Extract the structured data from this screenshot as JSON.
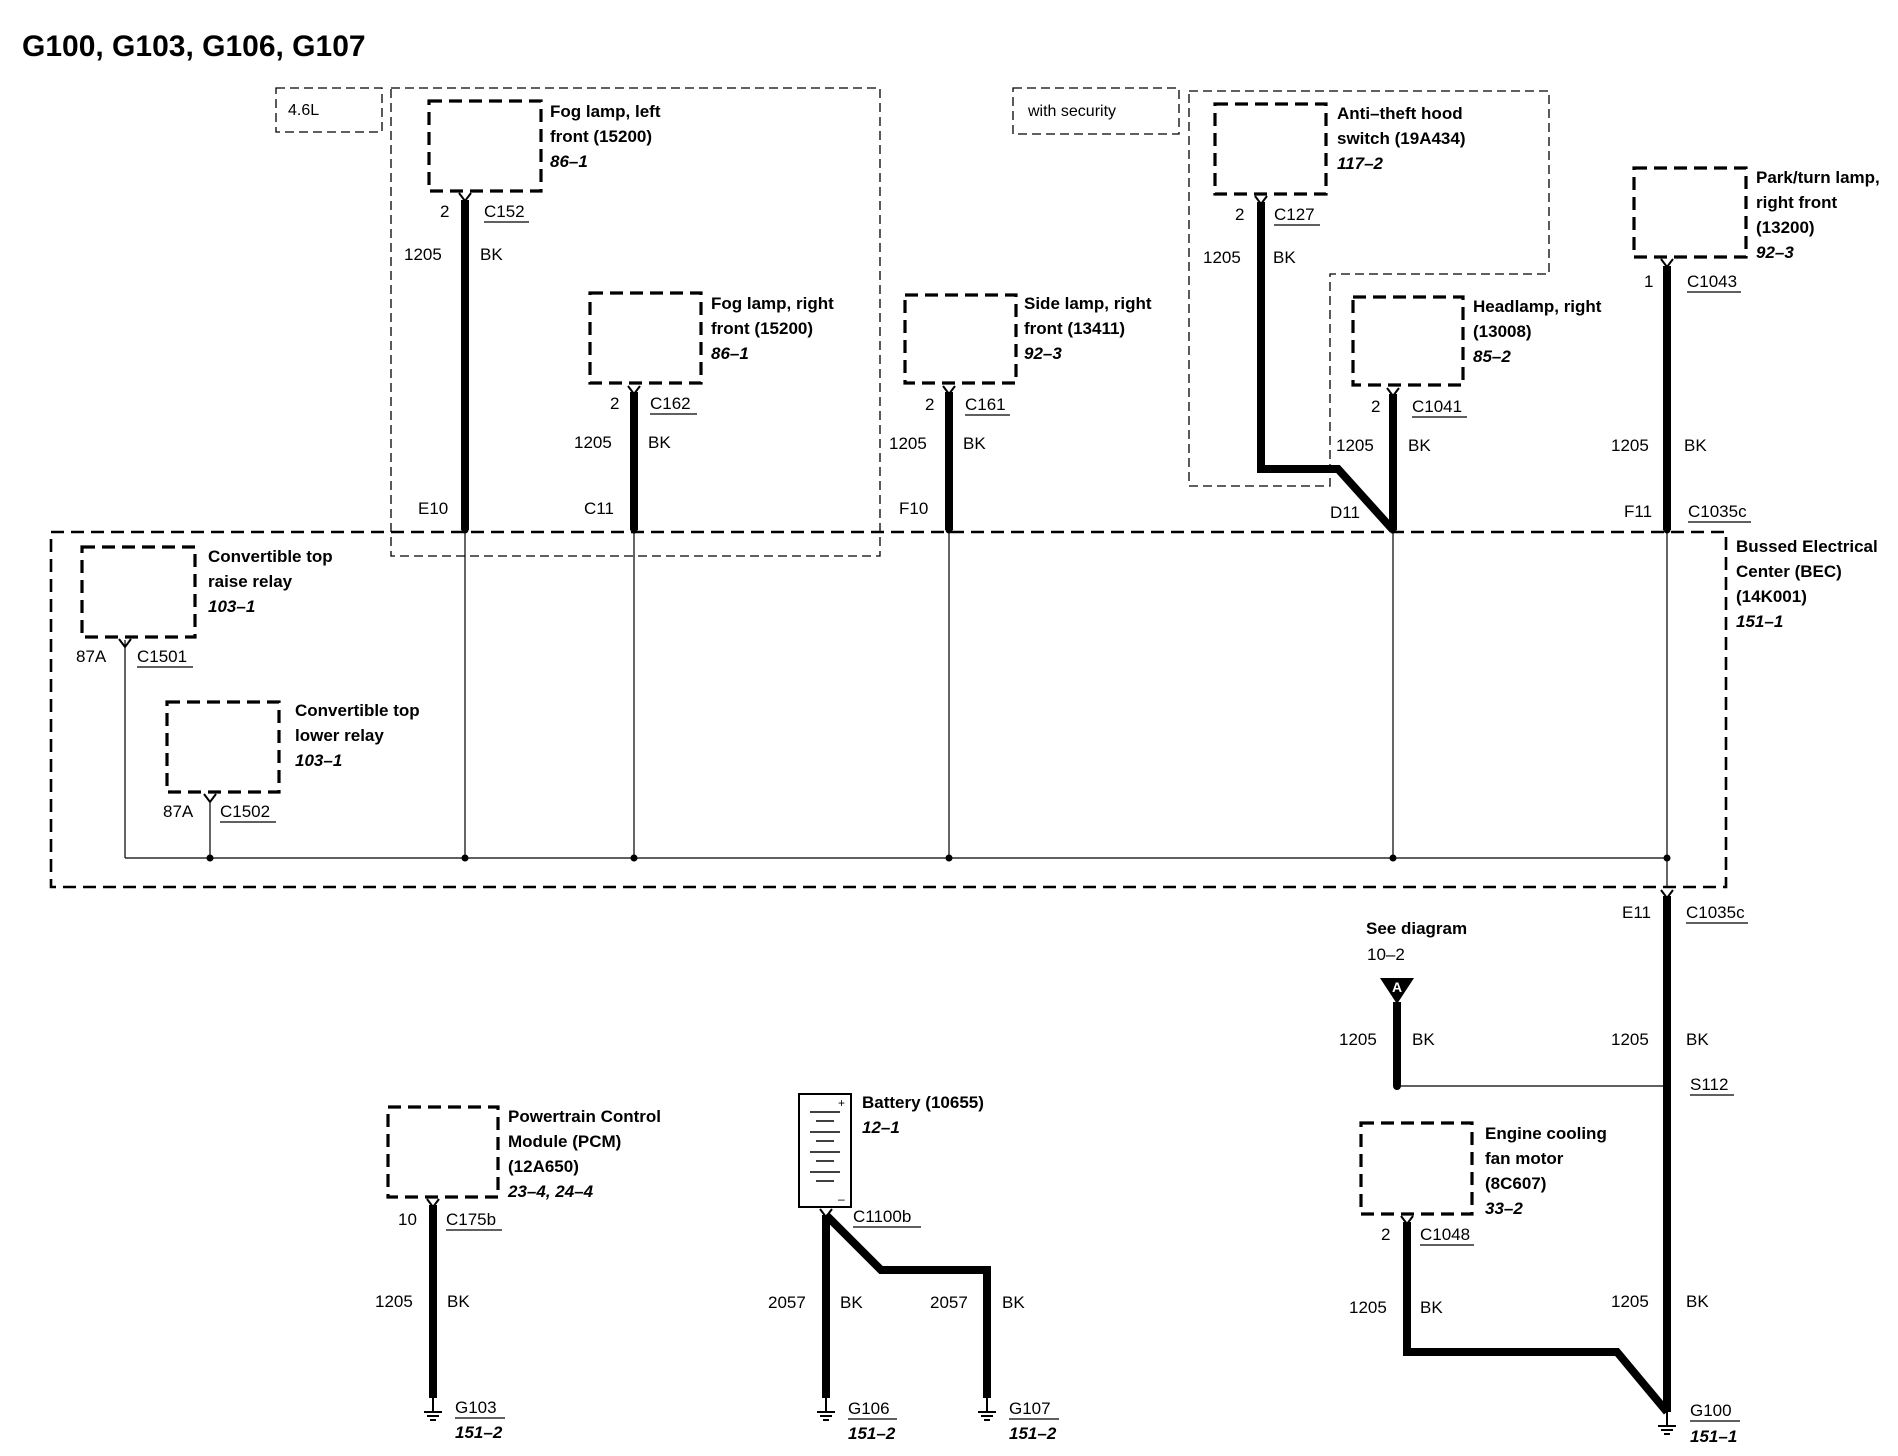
{
  "title": "G100, G103, G106, G107",
  "notes": {
    "engine": "4.6L",
    "security": "with security"
  },
  "components": {
    "fog_left": {
      "lines": [
        "Fog lamp, left",
        "front (15200)"
      ],
      "ref": "86–1",
      "pin": "2",
      "connector": "C152"
    },
    "fog_right": {
      "lines": [
        "Fog lamp, right",
        "front (15200)"
      ],
      "ref": "86–1",
      "pin": "2",
      "connector": "C162"
    },
    "side_lamp": {
      "lines": [
        "Side lamp, right",
        "front (13411)"
      ],
      "ref": "92–3",
      "pin": "2",
      "connector": "C161"
    },
    "anti_theft": {
      "lines": [
        "Anti–theft hood",
        "switch (19A434)"
      ],
      "ref": "117–2",
      "pin": "2",
      "connector": "C127"
    },
    "headlamp": {
      "lines": [
        "Headlamp, right",
        "(13008)"
      ],
      "ref": "85–2",
      "pin": "2",
      "connector": "C1041"
    },
    "park_turn": {
      "lines": [
        "Park/turn lamp,",
        "right front",
        "(13200)"
      ],
      "ref": "92–3",
      "pin": "1",
      "connector": "C1043"
    },
    "conv_raise": {
      "lines": [
        "Convertible top",
        "raise relay"
      ],
      "ref": "103–1",
      "pin": "87A",
      "connector": "C1501"
    },
    "conv_lower": {
      "lines": [
        "Convertible top",
        "lower relay"
      ],
      "ref": "103–1",
      "pin": "87A",
      "connector": "C1502"
    },
    "bec": {
      "lines": [
        "Bussed Electrical",
        "Center (BEC)",
        "(14K001)"
      ],
      "ref": "151–1"
    },
    "pcm": {
      "lines": [
        "Powertrain Control",
        "Module (PCM)",
        "(12A650)"
      ],
      "ref": "23–4, 24–4",
      "pin": "10",
      "connector": "C175b"
    },
    "battery": {
      "lines": [
        "Battery (10655)"
      ],
      "ref": "12–1",
      "connector": "C1100b"
    },
    "fan_motor": {
      "lines": [
        "Engine cooling",
        "fan motor",
        "(8C607)"
      ],
      "ref": "33–2",
      "pin": "2",
      "connector": "C1048"
    },
    "see_diagram": {
      "lines": [
        "See diagram",
        "10–2"
      ],
      "symbol": "A"
    }
  },
  "bec_pins": {
    "fog_left": "E10",
    "fog_right": "C11",
    "side_lamp": "F10",
    "headlamp": "D11",
    "park_turn": "F11",
    "top_connector": "C1035c",
    "bottom_pin": "E11",
    "bottom_connector": "C1035c"
  },
  "wires": {
    "circuit": "1205",
    "color": "BK",
    "battery_circuit": "2057"
  },
  "splice": "S112",
  "grounds": {
    "g103": {
      "name": "G103",
      "ref": "151–2"
    },
    "g106": {
      "name": "G106",
      "ref": "151–2"
    },
    "g107": {
      "name": "G107",
      "ref": "151–2"
    },
    "g100": {
      "name": "G100",
      "ref": "151–1"
    }
  }
}
